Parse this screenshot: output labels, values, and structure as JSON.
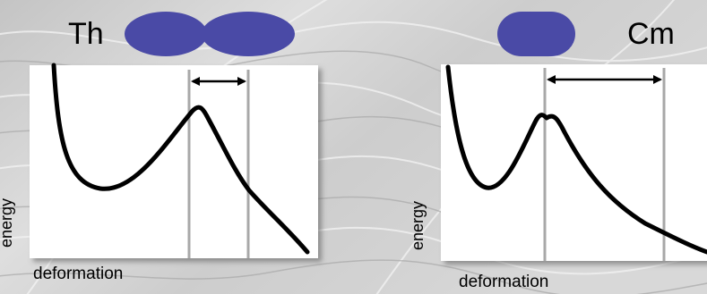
{
  "left_panel": {
    "nucleus_label": "Th",
    "xlabel": "deformation",
    "ylabel": "energy"
  },
  "right_panel": {
    "nucleus_label": "Cm",
    "xlabel": "deformation",
    "ylabel": "energy"
  },
  "colors": {
    "nucleus_fill": "#4a4aa6",
    "curve": "#000000",
    "guide_line": "#a8a8a8",
    "panel_fill": "#ffffff"
  }
}
